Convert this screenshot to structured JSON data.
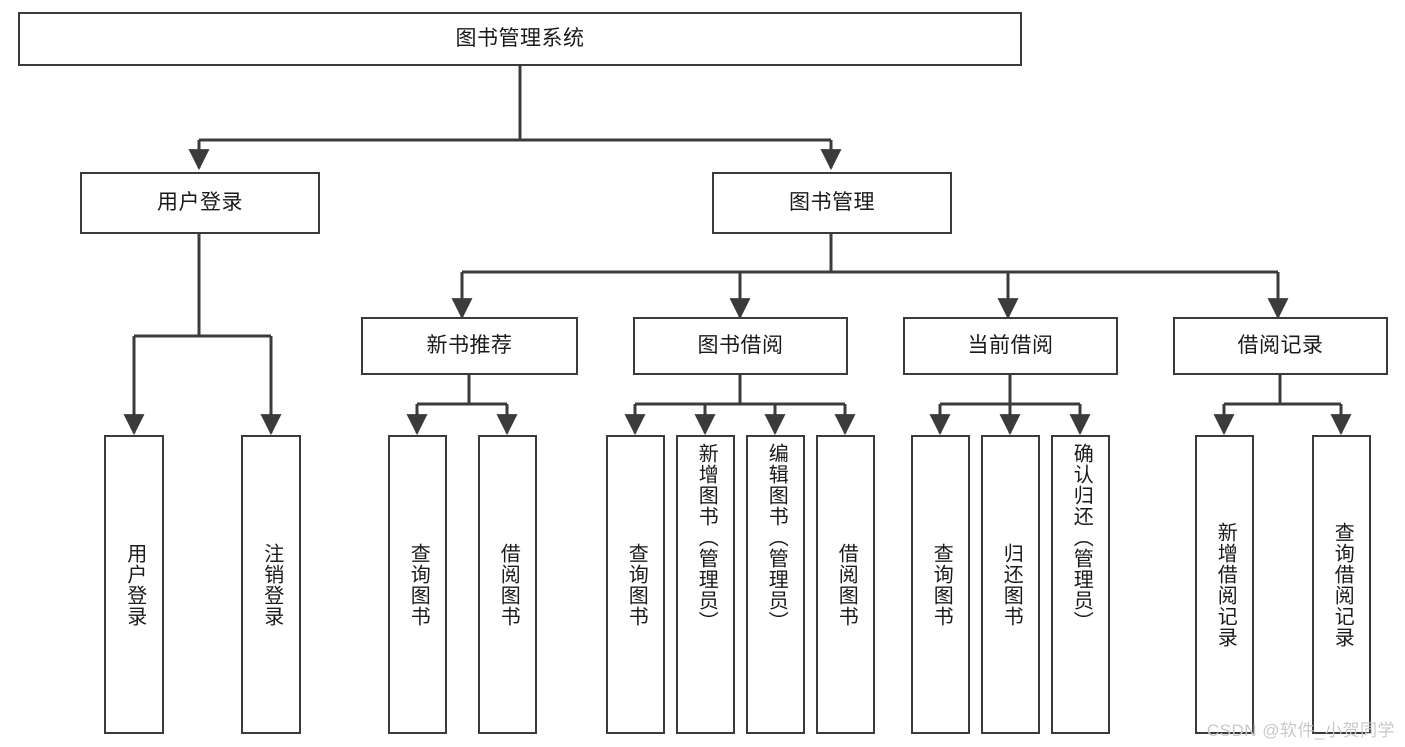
{
  "diagram": {
    "title": "图书管理系统",
    "type": "tree-hierarchy",
    "root": {
      "label": "图书管理系统"
    },
    "branches": [
      {
        "label": "用户登录"
      },
      {
        "label": "图书管理"
      }
    ],
    "groups": [
      {
        "label": "新书推荐"
      },
      {
        "label": "图书借阅"
      },
      {
        "label": "当前借阅"
      },
      {
        "label": "借阅记录"
      }
    ],
    "leaves": {
      "user_login": [
        {
          "label": "用户登录"
        },
        {
          "label": "注销登录"
        }
      ],
      "new_book_recommend": [
        {
          "label": "查询图书"
        },
        {
          "label": "借阅图书"
        }
      ],
      "book_borrow": [
        {
          "label": "查询图书"
        },
        {
          "label": "新增图书（管理员）"
        },
        {
          "label": "编辑图书（管理员）"
        },
        {
          "label": "借阅图书"
        }
      ],
      "current_borrow": [
        {
          "label": "查询图书"
        },
        {
          "label": "归还图书"
        },
        {
          "label": "确认归还（管理员）"
        }
      ],
      "borrow_records": [
        {
          "label": "新增借阅记录"
        },
        {
          "label": "查询借阅记录"
        }
      ]
    }
  },
  "watermark": {
    "text": "CSDN @软件_小贺同学"
  },
  "colors": {
    "border": "#3b3b3b",
    "background": "#ffffff",
    "text": "#1a1a1a",
    "watermark": "#c9c9c9"
  }
}
